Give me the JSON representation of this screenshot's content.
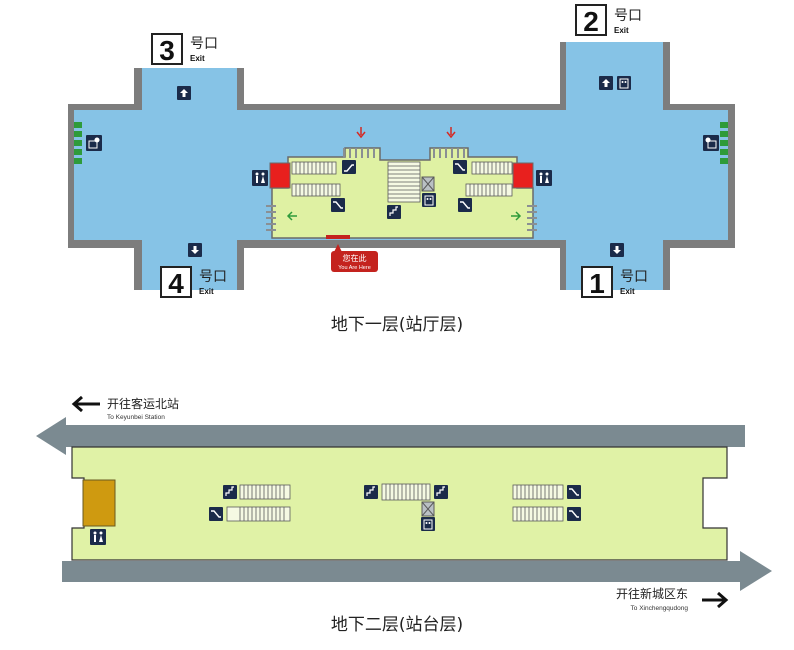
{
  "colors": {
    "concourse_blue": "#86c3e6",
    "wall_gray": "#7d7d7d",
    "paid_green": "#dff1a3",
    "platform_green": "#e0f2a6",
    "track_gray": "#7b8a91",
    "sign_navy": "#1b2b4a",
    "gate_green": "#2e9b3a",
    "control_red": "#e8201e",
    "you_are_here": "#c4231e",
    "room_gold": "#cf9a10"
  },
  "exits": [
    {
      "number": "3",
      "cn": "号口",
      "en": "Exit"
    },
    {
      "number": "2",
      "cn": "号口",
      "en": "Exit"
    },
    {
      "number": "4",
      "cn": "号口",
      "en": "Exit"
    },
    {
      "number": "1",
      "cn": "号口",
      "en": "Exit"
    }
  ],
  "you_are_here": {
    "cn": "您在此",
    "en": "You Are Here"
  },
  "floors": {
    "b1": "地下一层(站厅层)",
    "b2": "地下二层(站台层)"
  },
  "directions": {
    "west": {
      "cn": "开往客运北站",
      "en": "To Keyunbei Station"
    },
    "east": {
      "cn": "开往新城区东",
      "en": "To Xinchengqudong"
    }
  },
  "icons": {
    "exit_up": "exit-up-arrow-icon",
    "exit_down": "exit-down-arrow-icon",
    "elevator": "elevator-icon",
    "escalator": "escalator-icon",
    "stairs": "stairs-icon",
    "toilet": "toilet-icon",
    "ticket": "ticket-machine-icon"
  }
}
